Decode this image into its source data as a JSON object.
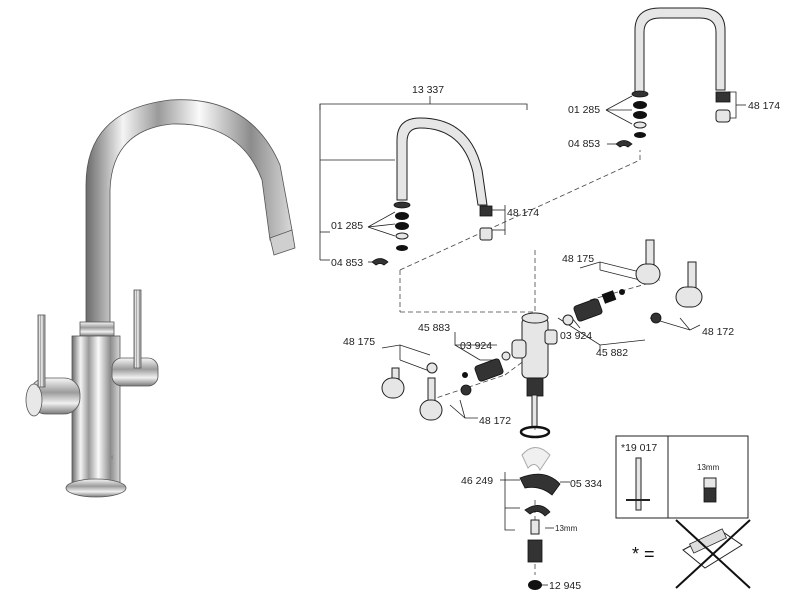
{
  "diagram": {
    "part_labels": {
      "spout_assembly_a": "13 337",
      "oring_set_a": "01 285",
      "clip_a": "04 853",
      "aerator_a": "48 174",
      "oring_set_b": "01 285",
      "clip_b": "04 853",
      "aerator_b": "48 174",
      "handle_set_right": "48 175",
      "cap_right": "48 172",
      "cartridge_right": "03 924",
      "cartridge_body_right": "45 882",
      "handle_set_left": "48 175",
      "cartridge_body_left": "45 883",
      "cartridge_left": "03 924",
      "cap_left": "48 172",
      "fixing_set": "46 249",
      "washer": "05 334",
      "hose": "12 945"
    },
    "tool_box": {
      "tool_code": "*19 017",
      "wrench_size": "13mm"
    },
    "stud_size": "13mm",
    "note_symbol": "* ="
  }
}
